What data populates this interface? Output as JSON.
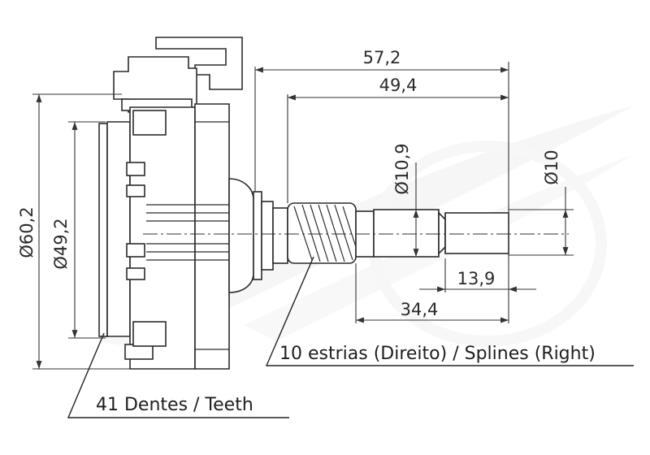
{
  "dimensions": {
    "overall_length": "57,2",
    "shaft_length": "49,4",
    "pinion_diameter": "Ø10,9",
    "shaft_diameter": "Ø10",
    "flange_diameter": "Ø60,2",
    "gear_diameter": "Ø49,2",
    "groove_offset": "13,9",
    "pinion_offset": "34,4"
  },
  "notes": {
    "splines": "10 estrias (Direito) / Splines (Right)",
    "teeth": "41 Dentes / Teeth"
  },
  "colors": {
    "line": "#2b2b2b",
    "watermark": "#ececec"
  }
}
